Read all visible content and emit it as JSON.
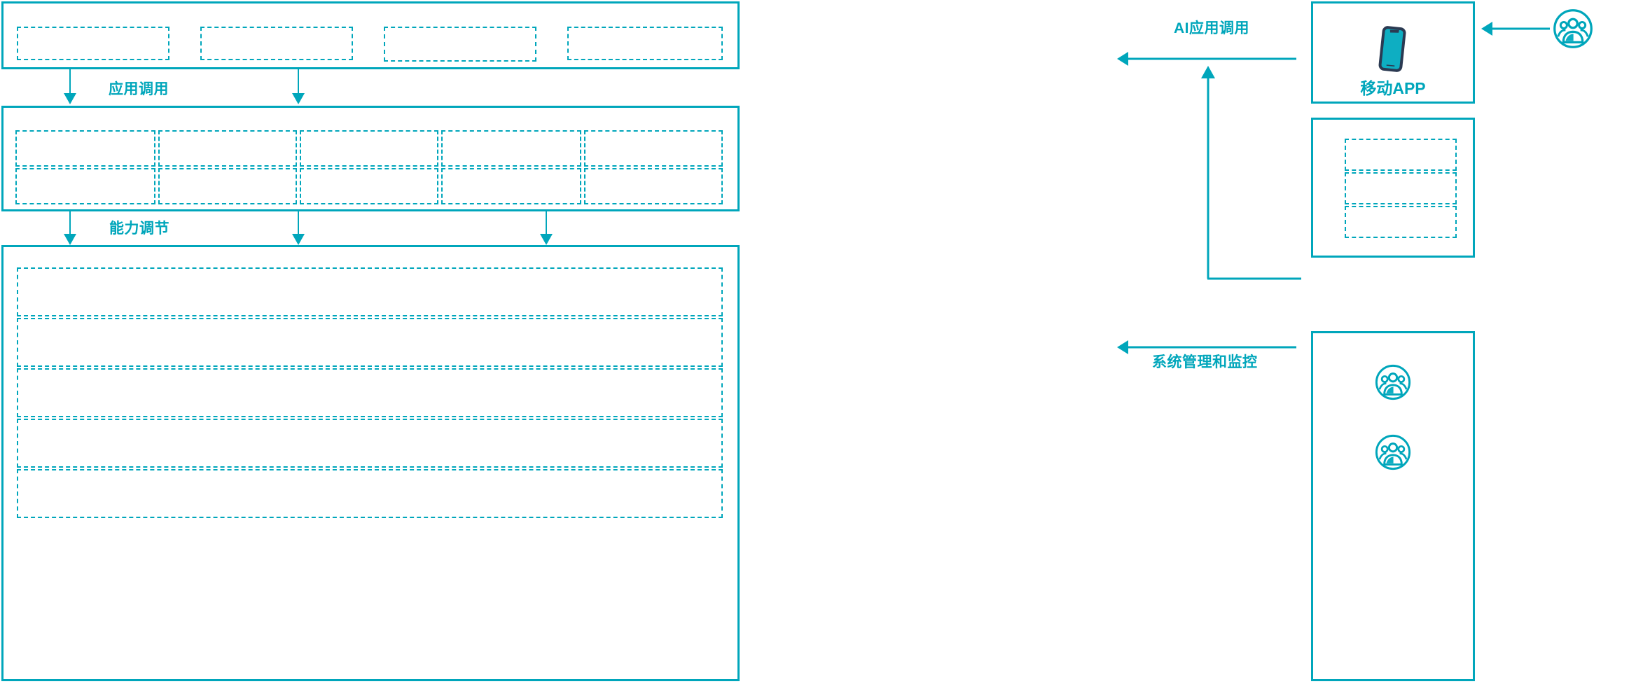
{
  "theme": {
    "accent": "#00a6bb",
    "phone_frame": "#2b3a52",
    "phone_screen": "#0eaec2",
    "background": "#ffffff"
  },
  "diagram": {
    "title": "",
    "flow_labels": {
      "app_call": "应用调用",
      "capability_adjust": "能力调节",
      "ai_app_call": "AI应用调用",
      "system_admin_monitor": "系统管理和监控"
    },
    "layers": [
      {
        "id": "application-layer",
        "name": "application-layer",
        "cells": [
          "",
          "",
          "",
          ""
        ]
      },
      {
        "id": "capability-layer",
        "name": "capability-layer",
        "rows": [
          [
            "",
            "",
            "",
            "",
            ""
          ],
          [
            "",
            "",
            "",
            "",
            ""
          ]
        ]
      },
      {
        "id": "platform-layer",
        "name": "platform-layer",
        "rows": [
          "",
          "",
          "",
          "",
          ""
        ]
      }
    ],
    "side_panels": [
      {
        "id": "mobile-app-panel",
        "name": "mobile-app-panel",
        "caption": "移动APP",
        "icon": "mobile-phone-icon"
      },
      {
        "id": "channel-panel",
        "name": "channel-panel",
        "caption": "",
        "cells": [
          "",
          "",
          ""
        ]
      },
      {
        "id": "operations-panel",
        "name": "operations-panel",
        "caption": "",
        "icons": [
          "user-group-icon",
          "user-group-icon"
        ]
      }
    ],
    "external_actor": {
      "id": "external-user",
      "name": "external-user-icon",
      "icon": "user-group-icon",
      "label": ""
    }
  }
}
